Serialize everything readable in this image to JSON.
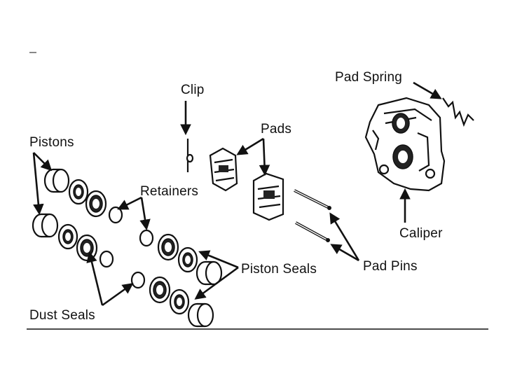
{
  "labels": {
    "clip": "Clip",
    "pads": "Pads",
    "pad_spring": "Pad Spring",
    "pistons": "Pistons",
    "retainers": "Retainers",
    "caliper": "Caliper",
    "piston_seals": "Piston Seals",
    "pad_pins": "Pad Pins",
    "dust_seals": "Dust Seals"
  }
}
